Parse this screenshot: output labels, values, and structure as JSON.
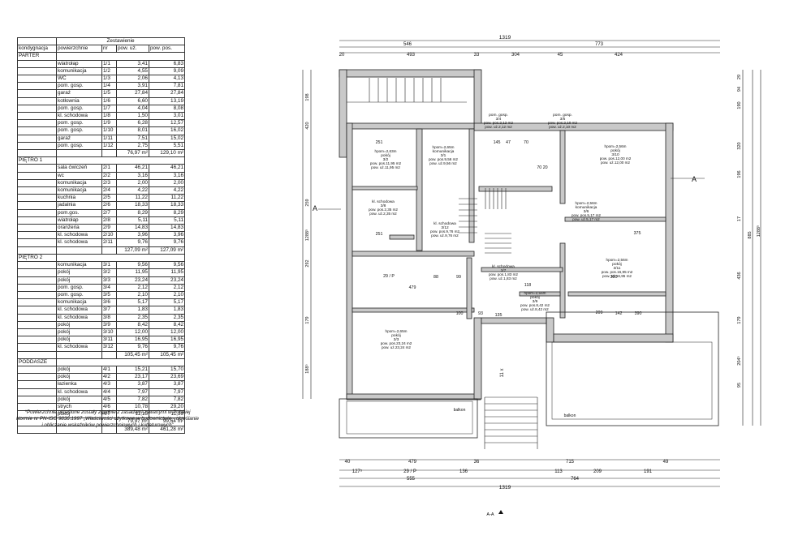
{
  "table": {
    "title": "Zestawienie",
    "headers": [
      "kondygnacja",
      "powierzchnie",
      "nr",
      "pow. uż.",
      "pow. pos."
    ],
    "sections": [
      {
        "name": "PARTER",
        "rows": [
          [
            "wiatrołap",
            "1/1",
            "3,41",
            "6,83"
          ],
          [
            "komunikacja",
            "1/2",
            "4,55",
            "9,09"
          ],
          [
            "WC",
            "1/3",
            "2,06",
            "4,13"
          ],
          [
            "pom. gosp.",
            "1/4",
            "3,91",
            "7,81"
          ],
          [
            "garaż",
            "1/5",
            "27,84",
            "27,84"
          ],
          [
            "kotłownia",
            "1/6",
            "6,60",
            "13,19"
          ],
          [
            "pom. gosp.",
            "1/7",
            "4,04",
            "8,08"
          ],
          [
            "kl. schodowa",
            "1/8",
            "1,50",
            "3,01"
          ],
          [
            "pom. gosp.",
            "1/9",
            "6,28",
            "12,57"
          ],
          [
            "pom. gosp.",
            "1/10",
            "8,01",
            "16,02"
          ],
          [
            "garaż",
            "1/11",
            "7,51",
            "15,02"
          ],
          [
            "pom. gosp.",
            "1/12",
            "2,75",
            "5,51"
          ]
        ],
        "total_use": "76,97 m²",
        "total_pos": "129,10 m²"
      },
      {
        "name": "PIĘTRO 1",
        "rows": [
          [
            "sala ćwiczeń",
            "2/1",
            "46,21",
            "46,21"
          ],
          [
            "wc",
            "2/2",
            "3,16",
            "3,16"
          ],
          [
            "komunikacja",
            "2/3",
            "2,00",
            "2,00"
          ],
          [
            "komunikacja",
            "2/4",
            "4,22",
            "4,22"
          ],
          [
            "kuchnia",
            "2/5",
            "11,22",
            "11,22"
          ],
          [
            "jadalnia",
            "2/6",
            "18,33",
            "18,33"
          ],
          [
            "pom.gos.",
            "2/7",
            "8,29",
            "8,29"
          ],
          [
            "wiatrołap",
            "2/8",
            "5,11",
            "5,11"
          ],
          [
            "oranżeria",
            "2/9",
            "14,83",
            "14,83"
          ],
          [
            "kl. schodowa",
            "2/10",
            "3,96",
            "3,96"
          ],
          [
            "kl. schodowa",
            "2/11",
            "9,76",
            "9,76"
          ]
        ],
        "total_use": "127,09 m²",
        "total_pos": "127,09 m²"
      },
      {
        "name": "PIĘTRO 2",
        "rows": [
          [
            "komunikacja",
            "3/1",
            "9,56",
            "9,56"
          ],
          [
            "pokój",
            "3/2",
            "11,95",
            "11,95"
          ],
          [
            "pokój",
            "3/3",
            "23,24",
            "23,24"
          ],
          [
            "pom. gosp.",
            "3/4",
            "2,12",
            "2,12"
          ],
          [
            "pom. gosp.",
            "3/5",
            "2,10",
            "2,10"
          ],
          [
            "komunikacja",
            "3/6",
            "5,17",
            "5,17"
          ],
          [
            "kl. schodowa",
            "3/7",
            "1,83",
            "1,83"
          ],
          [
            "kl. schodowa",
            "3/8",
            "2,35",
            "2,35"
          ],
          [
            "pokój",
            "3/9",
            "8,42",
            "8,42"
          ],
          [
            "pokój",
            "3/10",
            "12,00",
            "12,00"
          ],
          [
            "pokój",
            "3/11",
            "16,95",
            "16,95"
          ],
          [
            "kl. schodowa",
            "3/12",
            "9,76",
            "9,76"
          ]
        ],
        "total_use": "105,45 m²",
        "total_pos": "105,45 m²"
      },
      {
        "name": "PODDASZE",
        "rows": [
          [
            "pokój",
            "4/1",
            "15,21",
            "15,70"
          ],
          [
            "pokój",
            "4/2",
            "23,17",
            "23,69"
          ],
          [
            "łazienka",
            "4/3",
            "3,87",
            "3,87"
          ],
          [
            "kl. schodowa",
            "4/4",
            "7,97",
            "7,97"
          ],
          [
            "pokój",
            "4/5",
            "7,82",
            "7,82"
          ],
          [
            "strych",
            "4/6",
            "10,78",
            "29,20"
          ],
          [
            "pokój",
            "4/7",
            "11,15",
            "11,39"
          ]
        ],
        "total_use": "79,97 m²",
        "total_pos": "99,64 m²"
      }
    ],
    "grand_total_use": "389,48 m²",
    "grand_total_pos": "461,28 m²"
  },
  "footnote": "*Powierzchnie określone zostały zgodnie z zasadami zawartymi w Polskiej Normie nr PN-ISO 9836:1997 „Właściwości użytkowe w budownictwie - określanie i obliczanie wskaźników powierzchniowych i kubaturowych”",
  "plan": {
    "dims_top_total": "1319",
    "dims_top_row2": [
      "546",
      "773"
    ],
    "dims_top_row3": [
      "20",
      "493",
      "33",
      "304",
      "45",
      "424"
    ],
    "dims_bottom_row1": [
      "40",
      "479",
      "36",
      "715",
      "49"
    ],
    "dims_bottom_row2": [
      "127⁵",
      "29 / P",
      "136",
      "113",
      "209",
      "191"
    ],
    "dims_bottom_row3": [
      "555",
      "764"
    ],
    "dims_bottom_total": "1319",
    "dims_left": [
      "198",
      "420",
      "259",
      "1288⁵",
      "292",
      "179",
      "188⁵"
    ],
    "dims_right": [
      "29",
      "94",
      "190",
      "320",
      "196",
      "17",
      "885",
      "436",
      "179",
      "204⁵",
      "95",
      "1288⁵"
    ],
    "section_label_left": "A",
    "section_label_right": "A",
    "section_marker_bottom": "A-A",
    "entrance_label": "11 x",
    "rooms": [
      {
        "id": "r3-2",
        "name": "pokój",
        "no": "3/2",
        "area_pos": "pow. pos.11,95 m2",
        "area_use": "pow. uż.11,95 m2",
        "height": "hpom=2,63m"
      },
      {
        "id": "r3-1",
        "name": "komunikacja",
        "no": "3/1",
        "area_pos": "pow. pos.9,56 m2",
        "area_use": "pow. uż.9,56 m2",
        "height": "hpom=2,65m"
      },
      {
        "id": "r3-4",
        "name": "pom. gosp.",
        "no": "3/4",
        "area_pos": "pow. pos.2,12 m2",
        "area_use": "pow. uż.2,12 m2",
        "height": ""
      },
      {
        "id": "r3-5",
        "name": "pom. gosp.",
        "no": "3/5",
        "area_pos": "pow. pos.2,10 m2",
        "area_use": "pow. uż.2,10 m2",
        "height": ""
      },
      {
        "id": "r3-10",
        "name": "pokój",
        "no": "3/10",
        "area_pos": "pow. pos.12,00 m2",
        "area_use": "pow. uż.12,00 m2",
        "height": "hpom=2,56m"
      },
      {
        "id": "r3-8",
        "name": "kl. schodowa",
        "no": "3/8",
        "area_pos": "pow. pos.2,35 m2",
        "area_use": "pow. uż.2,35 m2",
        "height": ""
      },
      {
        "id": "r3-6",
        "name": "komunikacja",
        "no": "3/6",
        "area_pos": "pow. pos.5,17 m2",
        "area_use": "pow. uż.5,17 m2",
        "height": "hpom=2,56m"
      },
      {
        "id": "r3-11",
        "name": "pokój",
        "no": "3/11",
        "area_pos": "pow. pos.16,95 m2",
        "area_use": "pow. uż.16,95 m2",
        "height": "hpom=2,56m"
      },
      {
        "id": "r3-7",
        "name": "kl. schodowa",
        "no": "3/7",
        "area_pos": "pow. pos.1,83 m2",
        "area_use": "pow. uż.1,83 m2",
        "height": ""
      },
      {
        "id": "r3-9",
        "name": "pokój",
        "no": "3/9",
        "area_pos": "pow. pos.8,42 m2",
        "area_use": "pow. uż.8,42 m2",
        "height": "hpom=2,56m"
      },
      {
        "id": "r3-3",
        "name": "pokój",
        "no": "3/3",
        "area_pos": "pow. pos.23,24 m2",
        "area_use": "pow. uż.23,24 m2",
        "height": "hpom=2,65m"
      },
      {
        "id": "r3-12",
        "name": "kl. schodowa",
        "no": "3/12",
        "area_pos": "pow. pos.9,76 m2",
        "area_use": "pow. uż.9,76 m2",
        "height": ""
      }
    ],
    "balcony_labels": [
      "balkon",
      "balkon"
    ],
    "inner_dims": [
      "251",
      "251",
      "479",
      "29 / P",
      "88",
      "99",
      "375",
      "390",
      "390",
      "209",
      "142",
      "145",
      "70 20",
      "70",
      "135",
      "118",
      "100",
      "93",
      "47"
    ]
  }
}
